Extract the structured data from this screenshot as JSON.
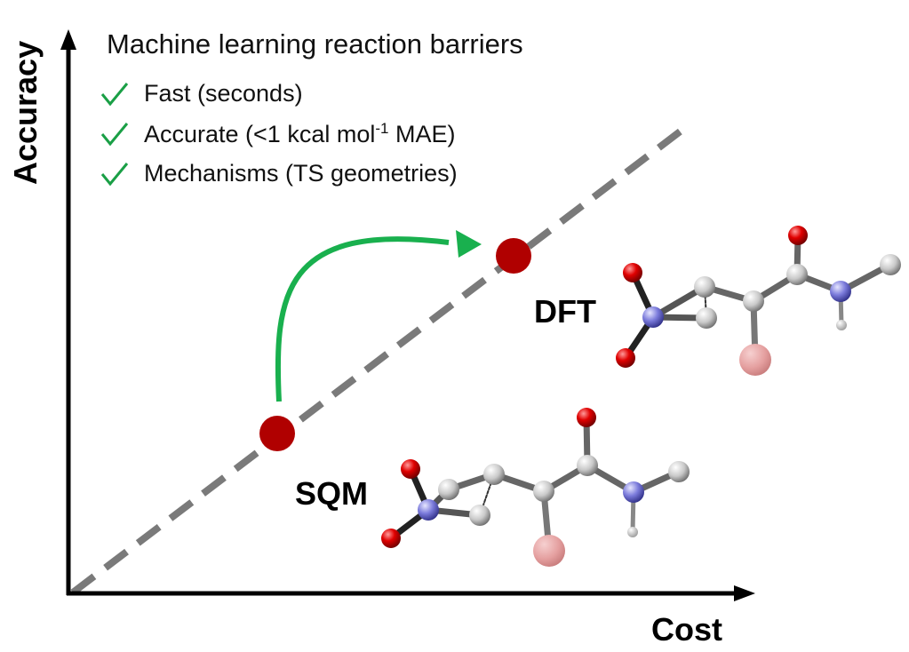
{
  "title": "Machine learning reaction barriers",
  "features": [
    {
      "text": "Fast (seconds)",
      "icon": "check-icon"
    },
    {
      "text_pre": "Accurate (<1 kcal mol",
      "sup": "-1",
      "text_post": " MAE)",
      "icon": "check-icon"
    },
    {
      "text": "Mechanisms (TS geometries)",
      "icon": "check-icon"
    }
  ],
  "axes": {
    "y_label": "Accuracy",
    "x_label": "Cost"
  },
  "methods": {
    "high": "DFT",
    "low": "SQM"
  },
  "colors": {
    "check": "#1a9f46",
    "arrow": "#19b04e",
    "point": "#b00000",
    "diagonal": "#7a7a7a",
    "oxygen": "#e00000",
    "nitrogen": "#7b7bd8",
    "carbon": "#d8d8d8",
    "hydrogen": "#f0f0f0",
    "halogen": "#e79a9a"
  }
}
